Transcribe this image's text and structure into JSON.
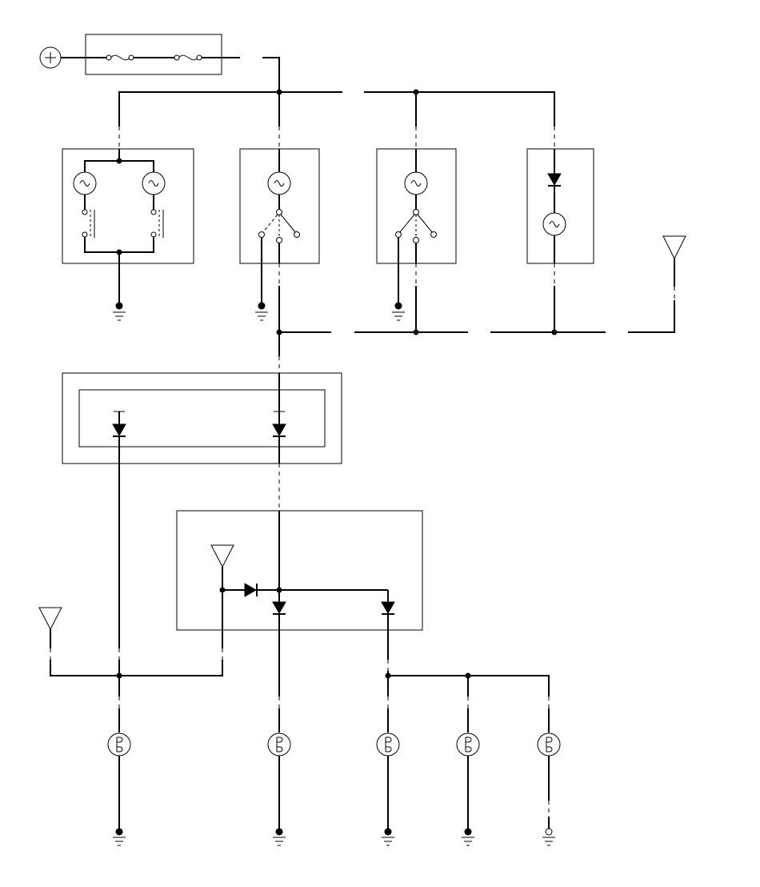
{
  "diagram": {
    "title": "",
    "colors": {
      "line": "#000000",
      "background": "#ffffff"
    },
    "components": [
      "battery-plus",
      "fuse-block",
      "dual-lamp-switch-assembly",
      "lamp-switch-assembly-2",
      "lamp-switch-assembly-3",
      "diode-lamp-assembly",
      "dual-diode-module",
      "diode-control-module",
      "lamp-1",
      "lamp-2",
      "lamp-3",
      "lamp-4",
      "lamp-5",
      "ground-symbols",
      "antenna-symbols"
    ]
  }
}
